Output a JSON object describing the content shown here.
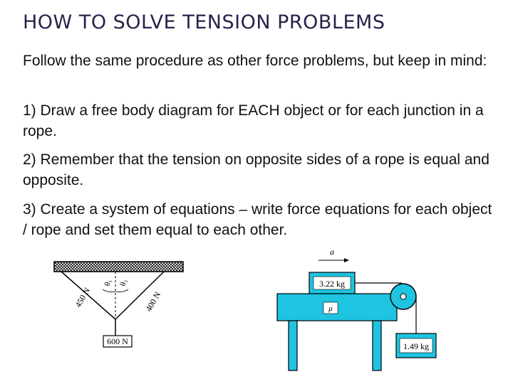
{
  "title": "HOW TO SOLVE TENSION PROBLEMS",
  "paragraphs": {
    "intro": "Follow the same procedure as other force problems, but keep in mind:",
    "step1": "1) Draw a free body diagram for EACH object or for each junction in a rope.",
    "step2": "2) Remember that the tension on opposite sides of a rope is equal and opposite.",
    "step3": "3)  Create a system of equations – write force equations for each object / rope and set them equal to each other."
  },
  "diagram_left": {
    "tension_left": "450 N",
    "tension_right": "400 N",
    "angle_1": "θ₁",
    "angle_2": "θ₂",
    "weight": "600 N"
  },
  "diagram_right": {
    "acceleration": "a",
    "block_on_table": "3.22 kg",
    "friction": "μ",
    "hanging_mass": "1.49 kg",
    "table_color": "#1ec4e0"
  }
}
